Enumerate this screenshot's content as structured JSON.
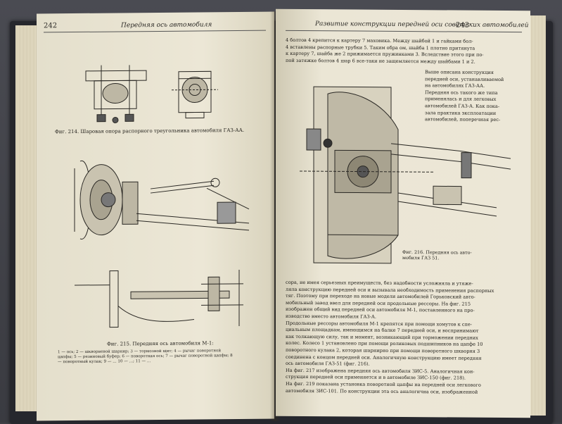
{
  "book": {
    "left_page": {
      "page_number": "242",
      "running_head": "Передняя ось автомобиля",
      "captions": {
        "fig214": "Фиг. 214. Шаровая опора распорного треугольника автомобиля ГАЗ-АА.",
        "fig215": "Фиг. 215. Передняя ось автомобиля М-1:"
      },
      "fig215_legend": "1 — ось; 2 — шкворневой шарнир; 3 — тормозной щит; 4 — рычаг поворотной цапфы; 5 — резиновый буфер; 6 — поворотная ось; 7 — рычаг поворотной цапфы; 8 — поворотный кулак; 9 — ... 10 — ...; 11 — ..."
    },
    "right_page": {
      "page_number": "243",
      "running_head": "Развитие конструкции передней оси советских автомобилей",
      "top_lines": [
        "4 болтов 4 крепится к картеру 7 маховика. Между шайбой 1 и гайками бол-",
        "4 вставлены распорные трубки 5. Таким обра ом, шайба 1 плотно притянута",
        "к картеру 7, шайба же 2 прижимается пружинками 3. Вследствие этого при по-",
        "пой затяжке болтов 4 шар 6 все-таки не защемляется между шайбами 1 и 2."
      ],
      "side_column": [
        "Выше описана конструкция",
        "передней оси, устанавливаемой",
        "на автомобилях ГАЗ-АА.",
        "Передняя ось такого же типа",
        "применялась и для легковых",
        "автомобилей ГАЗ-А. Как пока-",
        "зала практика эксплоатации",
        "автомобилей, поперечная рес-"
      ],
      "fig216_caption_lines": [
        "Фиг. 216. Передняя ось авто-",
        "мобиля ГАЗ 51."
      ],
      "body_lines": [
        "сора, не имея серьезных преимуществ, без надобности усложняла и утяже-",
        "ляла конструкцию передней оси и вызывала необходимость применения распорных",
        "тяг. Поэтому при переходе на новые модели автомобилей Горьковский авто-",
        "мобильный завод ввел для передней оси продольные рессоры. На фиг. 215",
        "изображен общий вид передней оси автомобиля М-1, поставленного на про-",
        "изводство вместо автомобиля ГАЗ-А.",
        "Продольные рессоры автомобиля М-1 крепятся при помощи хомутов к спе-",
        "циальным площадкам, имеющимся на балке 7 передней оси, и воспринимают",
        "как толкающую силу, так и момент, возникающий при торможении передних",
        "колес. Колесо 1 установлено при помощи роликовых подшипников на цапфе 10",
        "поворотного кулака 2, которая шарнирно при помощи поворотного шкворня 3",
        "соединена с концом передней оси. Аналогичную конструкцию имеет передняя",
        "ось автомобиля ГАЗ-51 (фиг. 216).",
        "На фиг. 217 изображена передняя ось автомобиля ЗИС-5. Аналогичная кон-",
        "струкция передней оси применяется и в автомобиле ЗИС-150 (фиг. 218).",
        "На фиг. 219 показана установка поворотной цапфы на передней оси легкового",
        "автомобиля ЗИС-101. По конструкции эта ось аналогична оси, изображенной"
      ]
    }
  }
}
